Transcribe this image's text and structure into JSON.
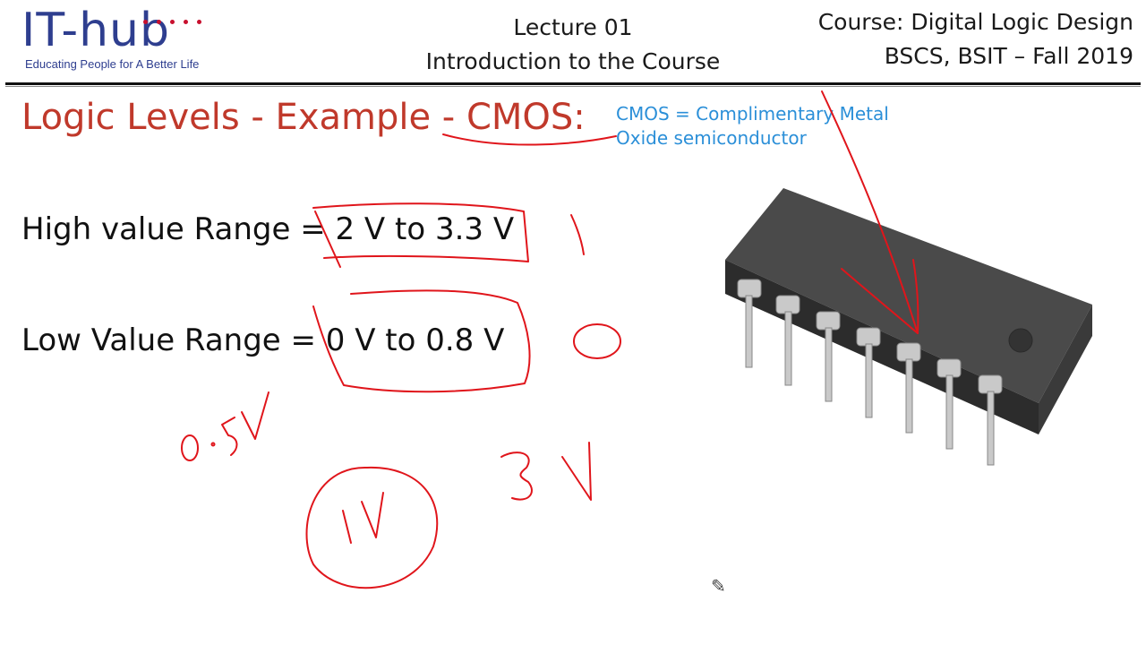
{
  "header": {
    "logo_text": "IT-hub",
    "logo_tagline": "Educating People for A  Better Life",
    "lecture_number": "Lecture 01",
    "lecture_title": "Introduction to the Course",
    "course_line1": "Course: Digital Logic Design",
    "course_line2": "BSCS, BSIT – Fall 2019"
  },
  "slide": {
    "title": "Logic Levels - Example - CMOS:",
    "note_line1": "CMOS = Complimentary Metal",
    "note_line2": "Oxide semiconductor",
    "high_range": "High value Range = 2 V to 3.3 V",
    "low_range": "Low Value Range = 0 V to 0.8 V"
  },
  "colors": {
    "title": "#c0392b",
    "note": "#2b8fd8",
    "ink": "#e0151b",
    "logo": "#2e3e8f",
    "chip_body": "#3b3b3b",
    "pin": "#c9c9c9"
  },
  "icons": {
    "pen_cursor": "pencil-icon"
  }
}
